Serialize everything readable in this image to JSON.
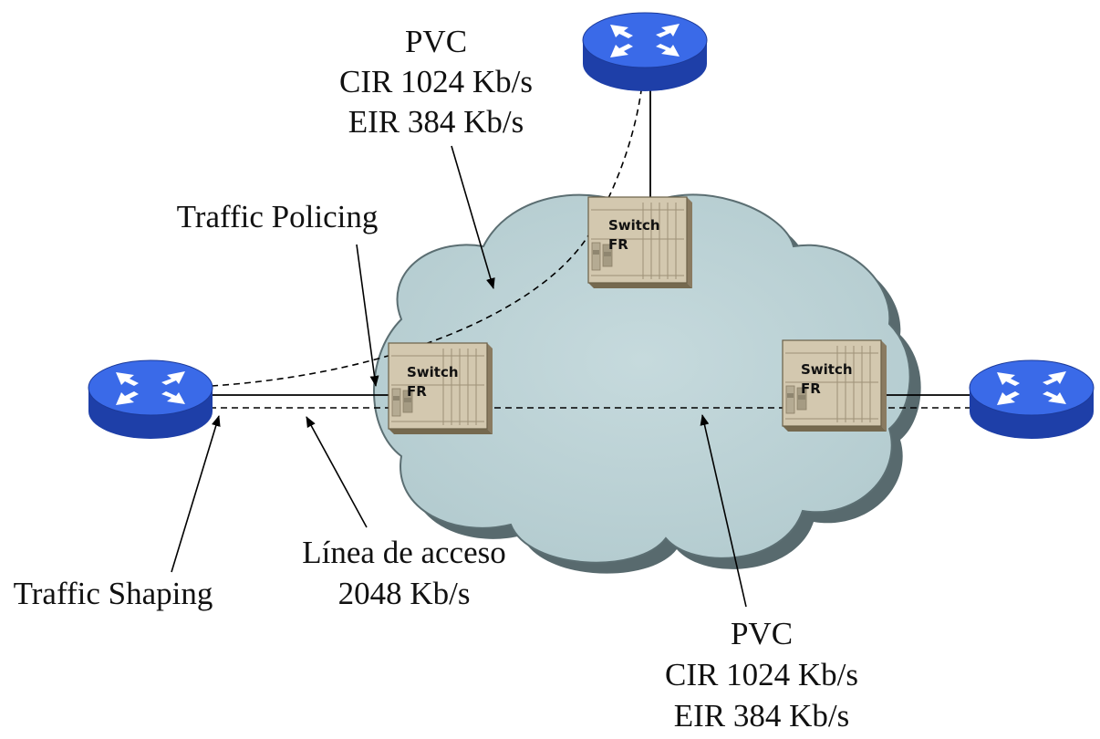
{
  "pvc_top": {
    "line1": "PVC",
    "line2": "CIR 1024 Kb/s",
    "line3": "EIR 384 Kb/s"
  },
  "pvc_bottom": {
    "line1": "PVC",
    "line2": "CIR 1024 Kb/s",
    "line3": "EIR 384 Kb/s"
  },
  "traffic_policing": "Traffic Policing",
  "traffic_shaping": "Traffic Shaping",
  "access_line": {
    "line1": "Línea de acceso",
    "line2": "2048 Kb/s"
  },
  "switches": {
    "top": {
      "line1": "Switch",
      "line2": "FR"
    },
    "left": {
      "line1": "Switch",
      "line2": "FR"
    },
    "right": {
      "line1": "Switch",
      "line2": "FR"
    }
  },
  "icons": [
    "router-icon",
    "frame-relay-switch-icon",
    "cloud-icon"
  ],
  "colors": {
    "cloud": "#bcd3d6",
    "router": "#3366e6",
    "switch": "#d2c7ae"
  }
}
